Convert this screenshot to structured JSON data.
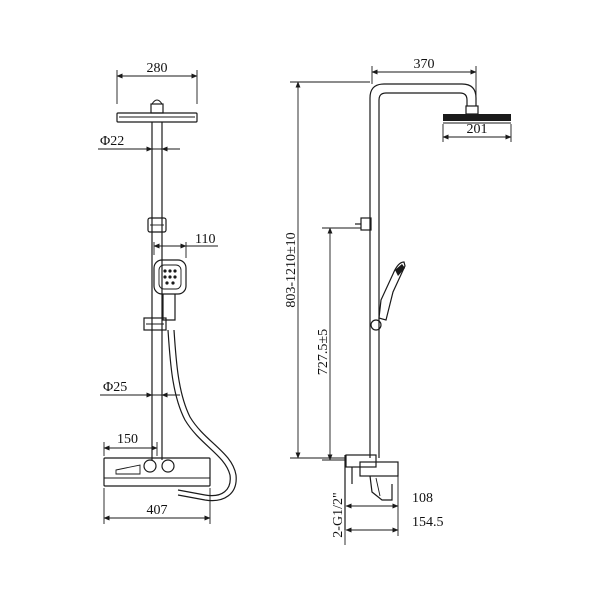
{
  "drawing": {
    "front_view": {
      "top_shower_width": "280",
      "pipe_upper_diameter": "Φ22",
      "handshower_width": "110",
      "pipe_lower_diameter": "Φ25",
      "control_offset": "150",
      "shelf_width": "407"
    },
    "side_view": {
      "arm_reach": "370",
      "head_diameter": "201",
      "total_height": "803-1210±10",
      "holder_height": "727.5±5",
      "connection": "2-G1/2\"",
      "shelf_depth": "108",
      "outlet_depth": "154.5"
    }
  }
}
